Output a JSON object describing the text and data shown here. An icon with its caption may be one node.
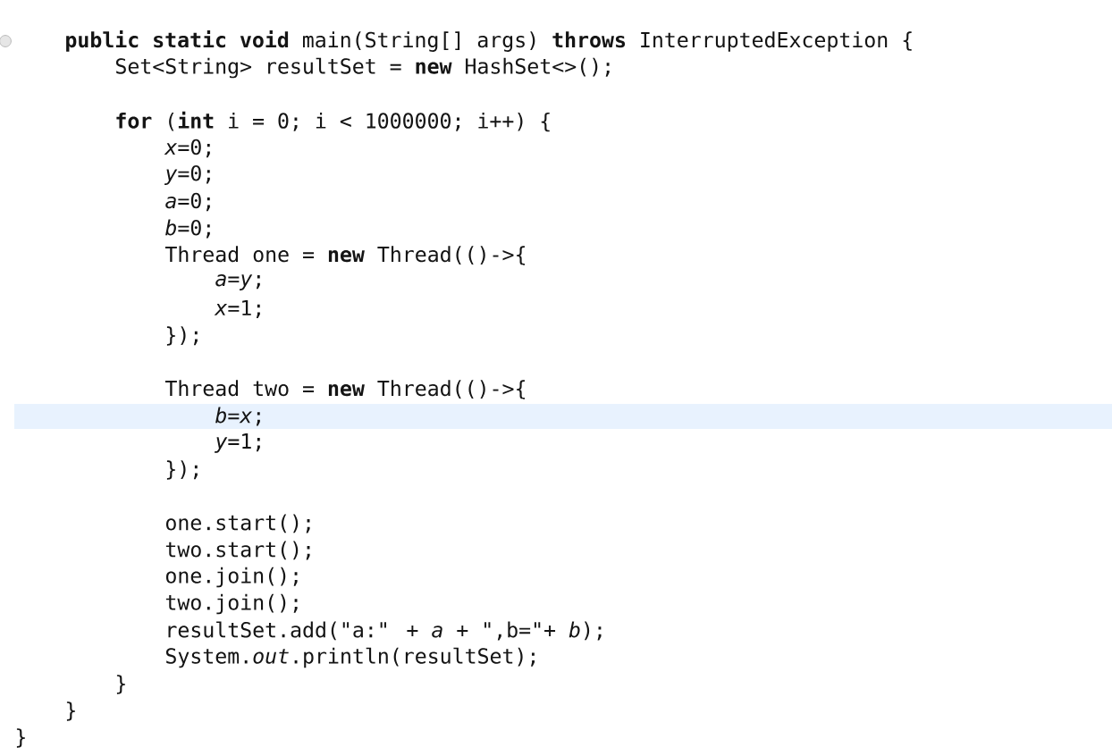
{
  "diagram": {
    "labels": [
      "**public static void** main(String[] args) **throws** InterruptedException {",
      "Set<String> resultSet = **new** HashSet<>();",
      "**for** (**int** i = 0; i < 1000000; i++) {",
      "*x*=0;",
      "*y*=0;",
      "*a*=0;",
      "*b*=0;",
      "Thread one = **new** Thread(()->{",
      "*a*=*y*;",
      "*x*=1;",
      "});",
      "Thread two = **new** Thread(()->{",
      "*b*=*x*;",
      "*y*=1;",
      "});",
      "one.start();",
      "two.start();",
      "one.join();",
      "two.join();",
      "resultSet.add(\"a:\" + *a* + \",b=\"+ *b*);",
      "System.*out*.println(resultSet);",
      "}",
      "}",
      "}"
    ]
  }
}
